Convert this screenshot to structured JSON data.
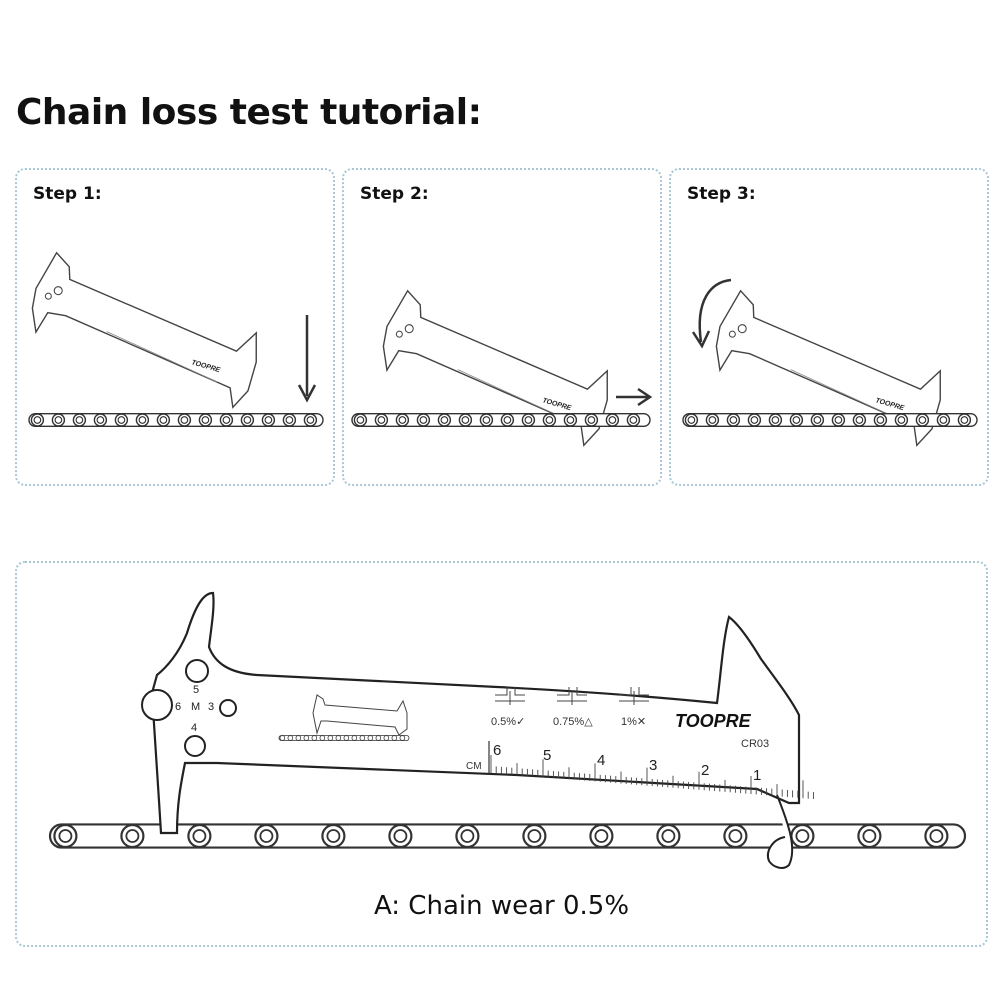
{
  "title": "Chain loss test tutorial:",
  "steps": [
    {
      "label": "Step 1:"
    },
    {
      "label": "Step 2:"
    },
    {
      "label": "Step 3:"
    }
  ],
  "tool": {
    "brand": "TOOPRE",
    "model": "CR03",
    "holes": {
      "top": "5",
      "left": "6",
      "center": "M",
      "right": "3",
      "bottom": "4"
    },
    "wear_marks": [
      "0.5%✓",
      "0.75%△",
      "1%✕"
    ],
    "ruler_unit": "CM",
    "ruler_numbers": [
      "6",
      "5",
      "4",
      "3",
      "2",
      "1"
    ]
  },
  "detail": {
    "caption": "A: Chain wear 0.5%"
  },
  "icons": [
    "arrow-down-icon",
    "arrow-right-icon",
    "curved-arrow-icon"
  ]
}
